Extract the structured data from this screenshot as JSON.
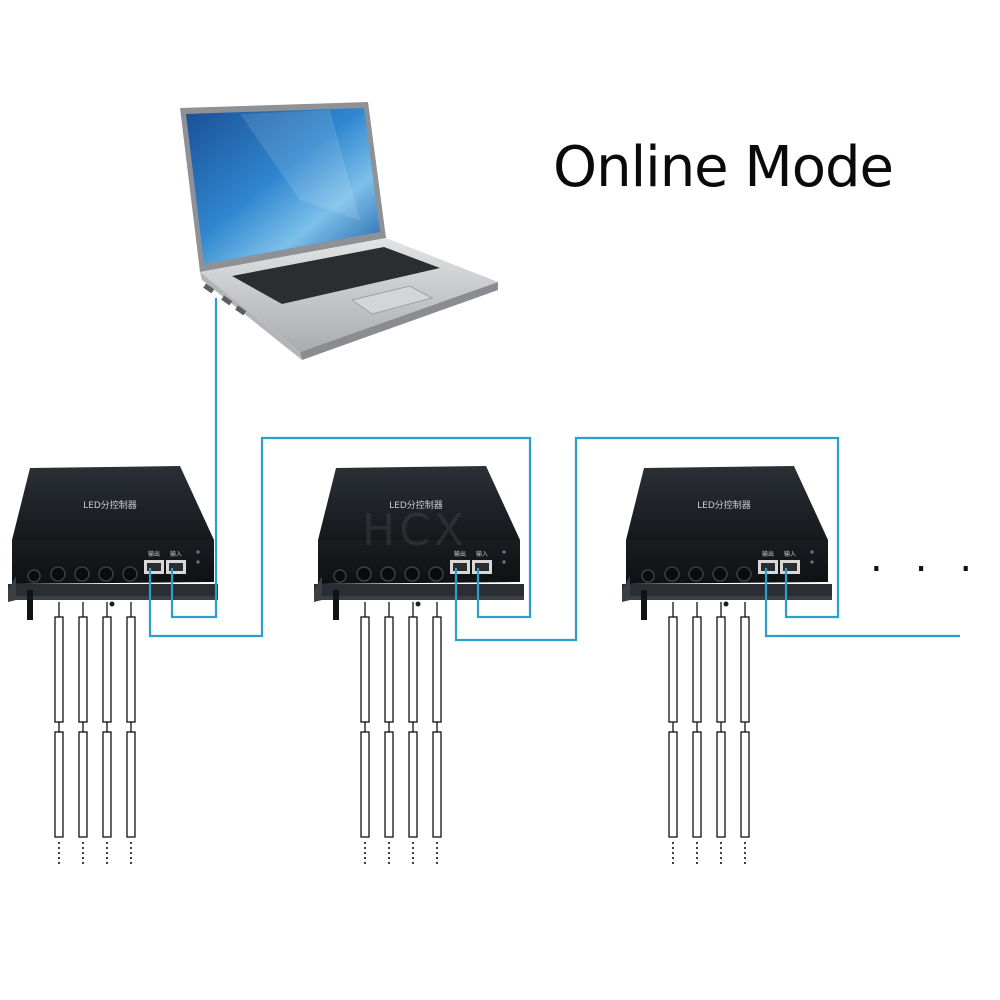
{
  "title": "Online Mode",
  "watermark": "HCX",
  "controller": {
    "label": "LED分控制器",
    "port_out_label": "输出",
    "port_in_label": "输入"
  },
  "continuation": "...",
  "colors": {
    "cable": "#2a9fcc",
    "controller_body": "#1c2024",
    "laptop_shell": "#c8cacc",
    "screen": "#1e6fb8"
  }
}
